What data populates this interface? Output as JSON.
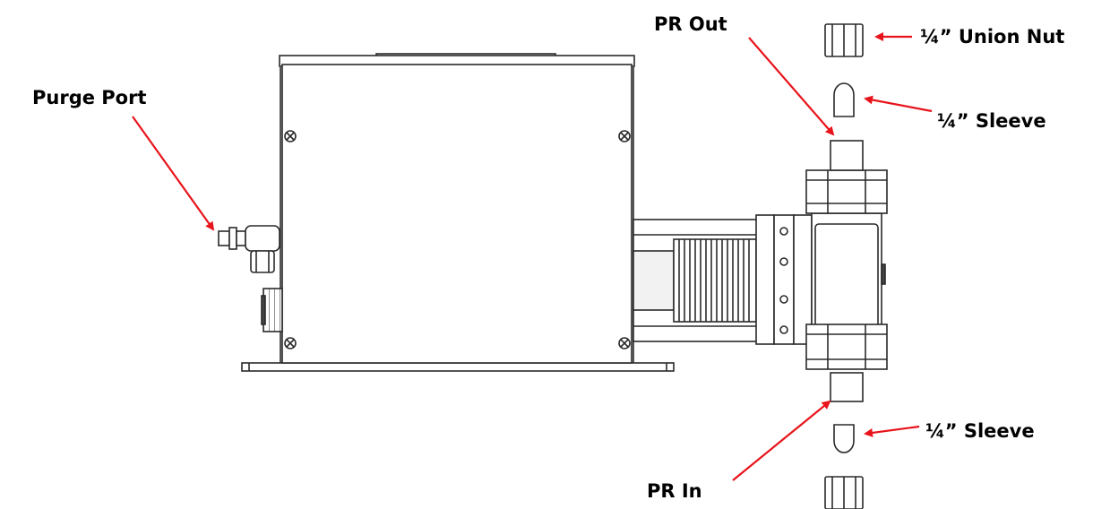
{
  "labels": {
    "purge_port": "Purge Port",
    "pr_out": "PR Out",
    "pr_in": "PR In",
    "union_nut": "¼” Union Nut",
    "sleeve_top": "¼” Sleeve",
    "sleeve_bottom": "¼” Sleeve"
  },
  "colors": {
    "callout_arrow": "#e8141b",
    "outline": "#2a2a2a",
    "fill": "#ffffff",
    "shade": "#d8d8d8"
  }
}
